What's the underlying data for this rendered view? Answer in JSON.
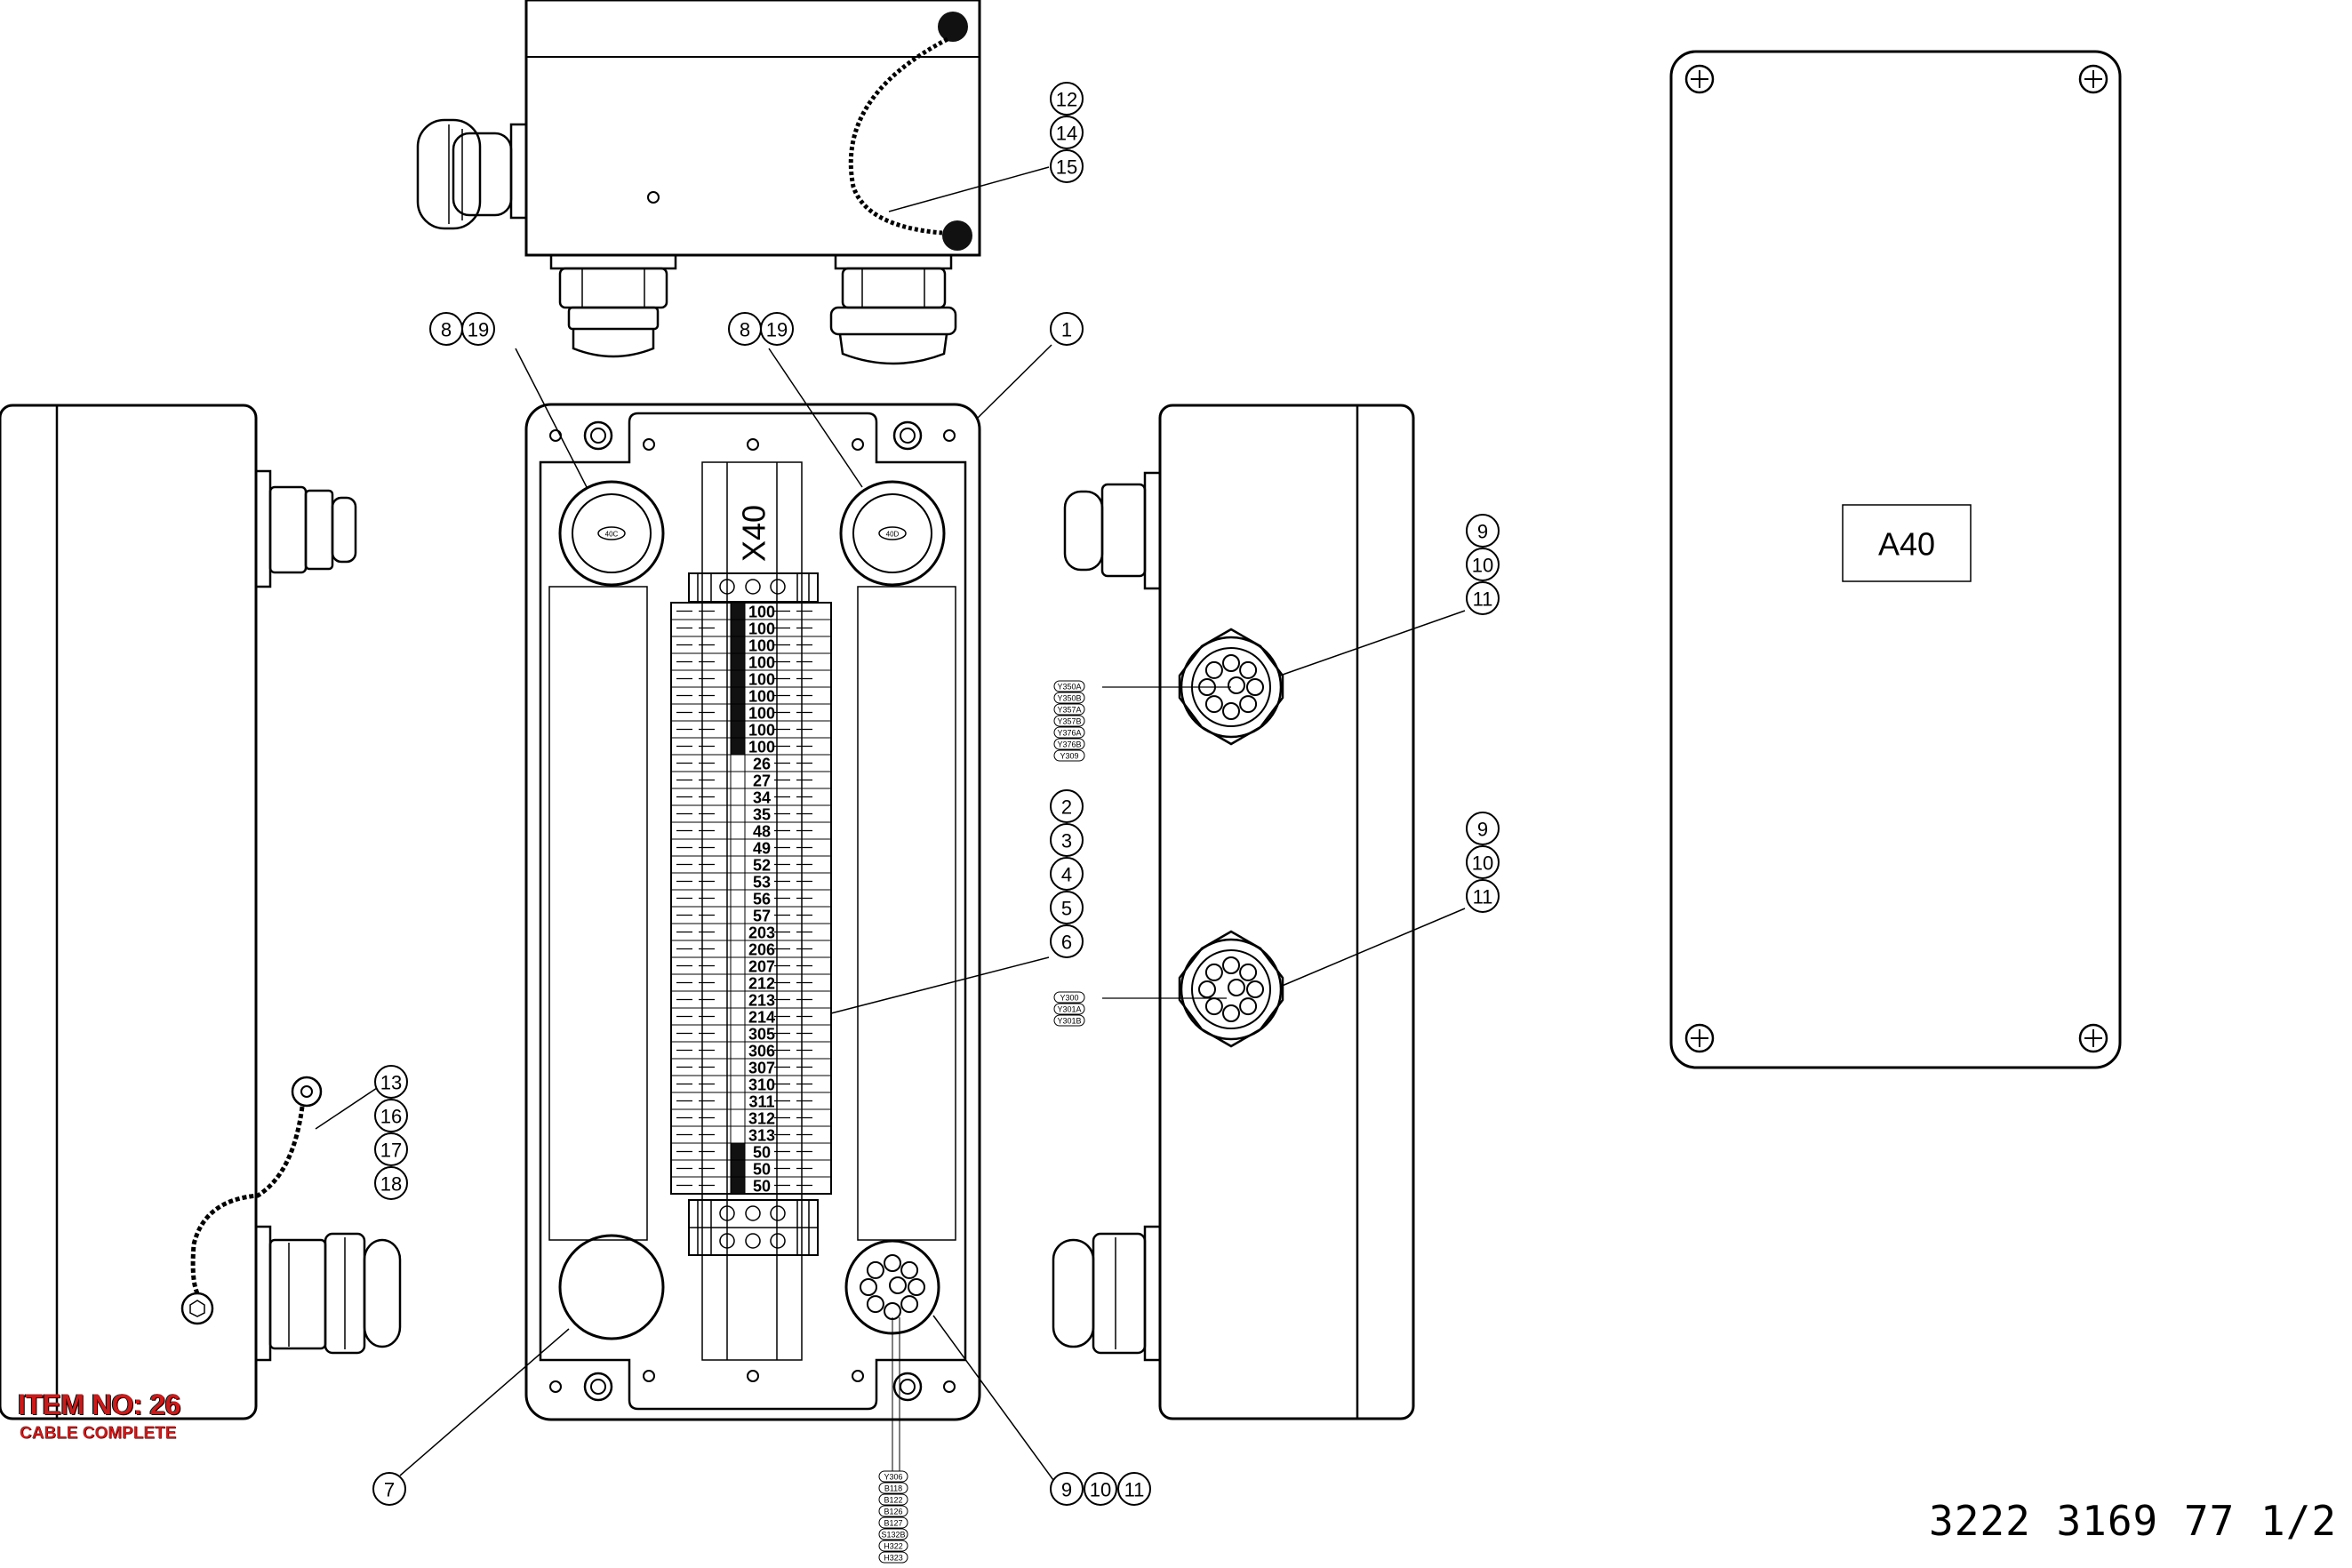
{
  "drawing_number": "3222 3169 77 1/2",
  "item": {
    "number_label": "ITEM NO: 26",
    "description": "CABLE COMPLETE"
  },
  "front_view": {
    "terminal_strip_label": "X40",
    "terminals": [
      "100",
      "100",
      "100",
      "100",
      "100",
      "100",
      "100",
      "100",
      "100",
      "26",
      "27",
      "34",
      "35",
      "48",
      "49",
      "52",
      "53",
      "56",
      "57",
      "203",
      "206",
      "207",
      "212",
      "213",
      "214",
      "305",
      "306",
      "307",
      "310",
      "311",
      "312",
      "313",
      "50",
      "50",
      "50"
    ],
    "gland_label_left": "40C",
    "gland_label_right": "40D",
    "bottom_gland_wires": [
      "Y306",
      "B118",
      "B122",
      "B126",
      "B127",
      "S132B",
      "H322",
      "H323"
    ]
  },
  "right_view": {
    "upper_gland_wires": [
      "Y350A",
      "Y350B",
      "Y357A",
      "Y357B",
      "Y376A",
      "Y376B",
      "Y309"
    ],
    "lower_gland_wires": [
      "Y300",
      "Y301A",
      "Y301B"
    ]
  },
  "cover_view": {
    "label": "A40"
  },
  "balloons": {
    "top_view": [
      "12",
      "14",
      "15"
    ],
    "front_upper_left": [
      "8",
      "19"
    ],
    "front_upper_right": [
      "8",
      "19"
    ],
    "enclosure": [
      "1"
    ],
    "right_view_upper": [
      "9",
      "10",
      "11"
    ],
    "terminal_callouts": [
      "2",
      "3",
      "4",
      "5",
      "6"
    ],
    "right_view_lower": [
      "9",
      "10",
      "11"
    ],
    "left_view_cable": [
      "13",
      "16",
      "17",
      "18"
    ],
    "front_bottom_left": [
      "7"
    ],
    "front_bottom_right": [
      "9",
      "10",
      "11"
    ]
  },
  "colors": {
    "line": "#000000",
    "item_label": "#cc1a1a",
    "background": "#ffffff"
  }
}
